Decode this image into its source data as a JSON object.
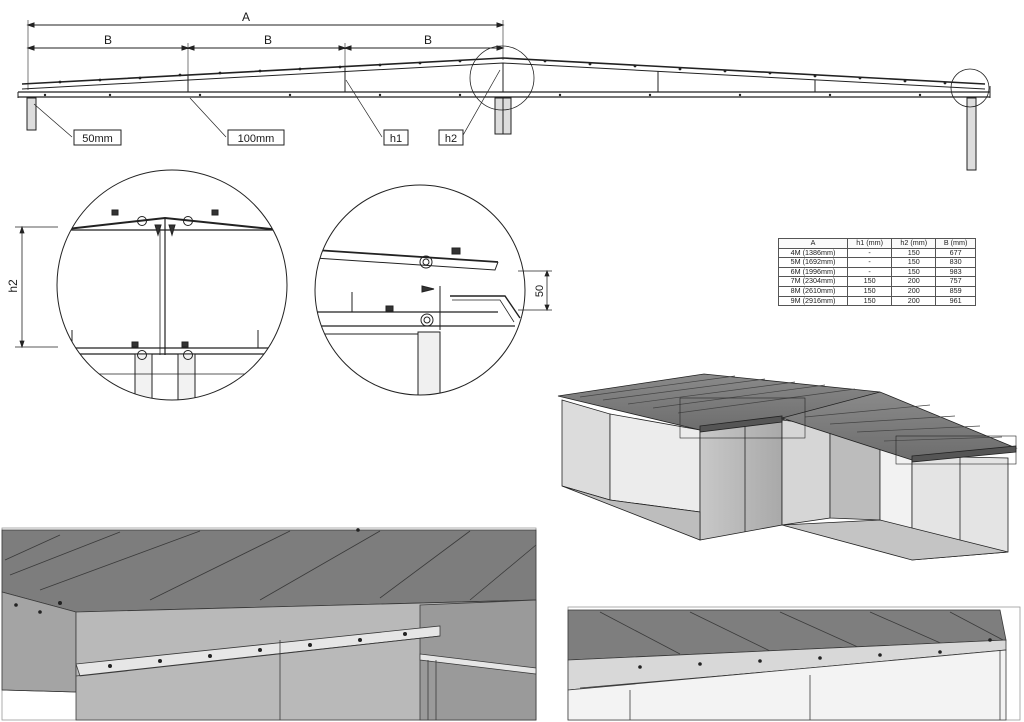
{
  "dimensions": {
    "span_A": "A",
    "bay_B": [
      "B",
      "B",
      "B"
    ]
  },
  "callouts": {
    "overhang": "50mm",
    "clearance": "100mm",
    "h1": "h1",
    "h2": "h2"
  },
  "detail_ridge": {
    "height_label": "h2"
  },
  "detail_eave": {
    "drop_label": "50"
  },
  "spec_table": {
    "headers": [
      "A",
      "h1 (mm)",
      "h2 (mm)",
      "B (mm)"
    ],
    "rows": [
      [
        "4M (1386mm)",
        "-",
        "150",
        "677"
      ],
      [
        "5M (1692mm)",
        "-",
        "150",
        "830"
      ],
      [
        "6M (1996mm)",
        "-",
        "150",
        "983"
      ],
      [
        "7M (2304mm)",
        "150",
        "200",
        "757"
      ],
      [
        "8M (2610mm)",
        "150",
        "200",
        "859"
      ],
      [
        "9M (2916mm)",
        "150",
        "200",
        "961"
      ]
    ]
  }
}
